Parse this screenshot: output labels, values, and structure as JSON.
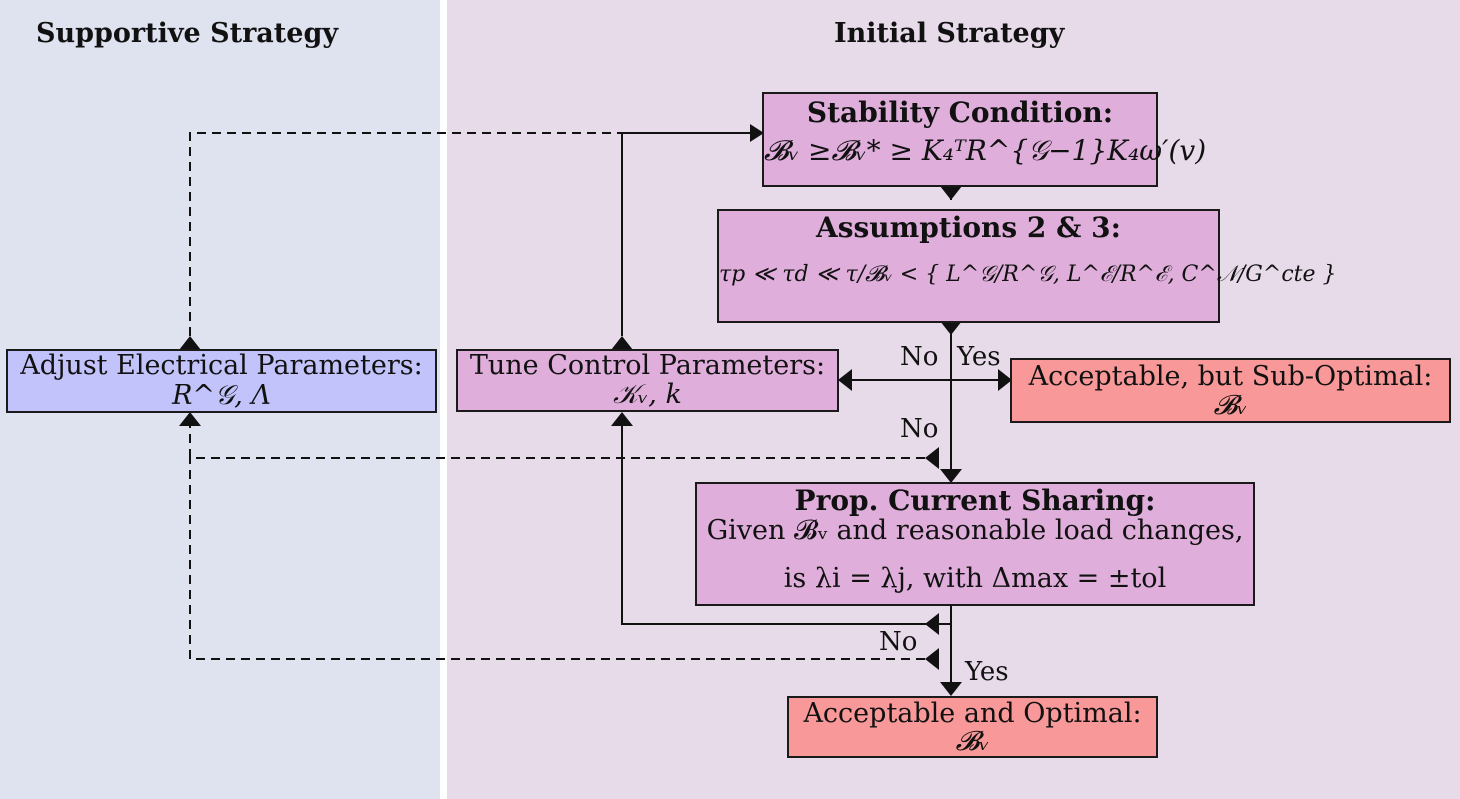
{
  "panels": {
    "left_title": "Supportive Strategy",
    "right_title": "Initial Strategy"
  },
  "boxes": {
    "stability": {
      "title": "Stability Condition:",
      "formula": "𝓑ᵥ ≥𝓑ᵥ* ≥ K₄ᵀR^{𝒢−1}K₄ω′(v)"
    },
    "assumptions": {
      "title": "Assumptions 2 & 3:",
      "formula": "τp ≪ τd ≪ τ/𝓑ᵥ < { L^𝒢/R^𝒢, L^ℰ/R^ℰ, C^𝒩/G^cte }"
    },
    "tune": {
      "title": "Tune Control Parameters:",
      "params": "𝒦ᵥ,  k"
    },
    "adjust": {
      "title": "Adjust Electrical Parameters:",
      "params": "R^𝒢,  Λ"
    },
    "suboptimal": {
      "title": "Acceptable, but Sub-Optimal:",
      "param": "𝓑ᵥ"
    },
    "sharing": {
      "title": "Prop. Current Sharing:",
      "line1": "Given 𝓑ᵥ and reasonable load changes,",
      "line2": "is λi = λj, with Δmax = ±tol"
    },
    "optimal": {
      "title": "Acceptable and Optimal:",
      "param": "𝓑ᵥ"
    }
  },
  "labels": {
    "no_1": "No",
    "yes_1": "Yes",
    "no_2": "No",
    "no_3": "No",
    "yes_2": "Yes"
  },
  "colors": {
    "left_panel": "#dfe3f0",
    "right_panel": "#e7dbea",
    "purple_box": "#dfaedb",
    "blue_box": "#c2c3fb",
    "red_box": "#f89898"
  }
}
